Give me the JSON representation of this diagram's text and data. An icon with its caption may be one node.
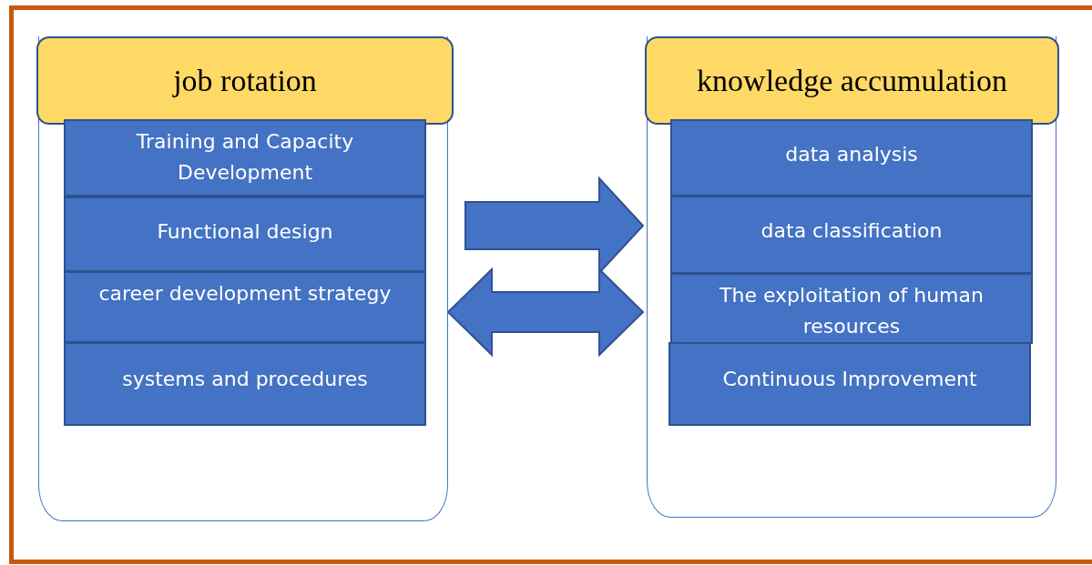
{
  "diagram": {
    "nodes": [
      {
        "text": [
          "job rotation"
        ]
      },
      {
        "text": [
          "Training and Capacity Development"
        ],
        "in": 0
      },
      {
        "text": [
          "Functional design"
        ],
        "in": 0
      },
      {
        "text": [
          "career development strategy"
        ],
        "in": 0
      },
      {
        "text": [
          "systems and procedures"
        ],
        "in": 0
      },
      {
        "text": [
          "knowledge accumulation"
        ]
      },
      {
        "text": [
          "data analysis"
        ],
        "in": 5
      },
      {
        "text": [
          "data classification"
        ],
        "in": 5
      },
      {
        "text": [
          "The exploitation of human resources"
        ],
        "in": 5
      },
      {
        "text": [
          "Continuous Improvement"
        ],
        "in": 5
      }
    ],
    "edges": [
      {
        "from": 0,
        "to": 5,
        "arrow": "to"
      },
      {
        "from": 0,
        "to": 5,
        "arrow": "both"
      }
    ]
  }
}
